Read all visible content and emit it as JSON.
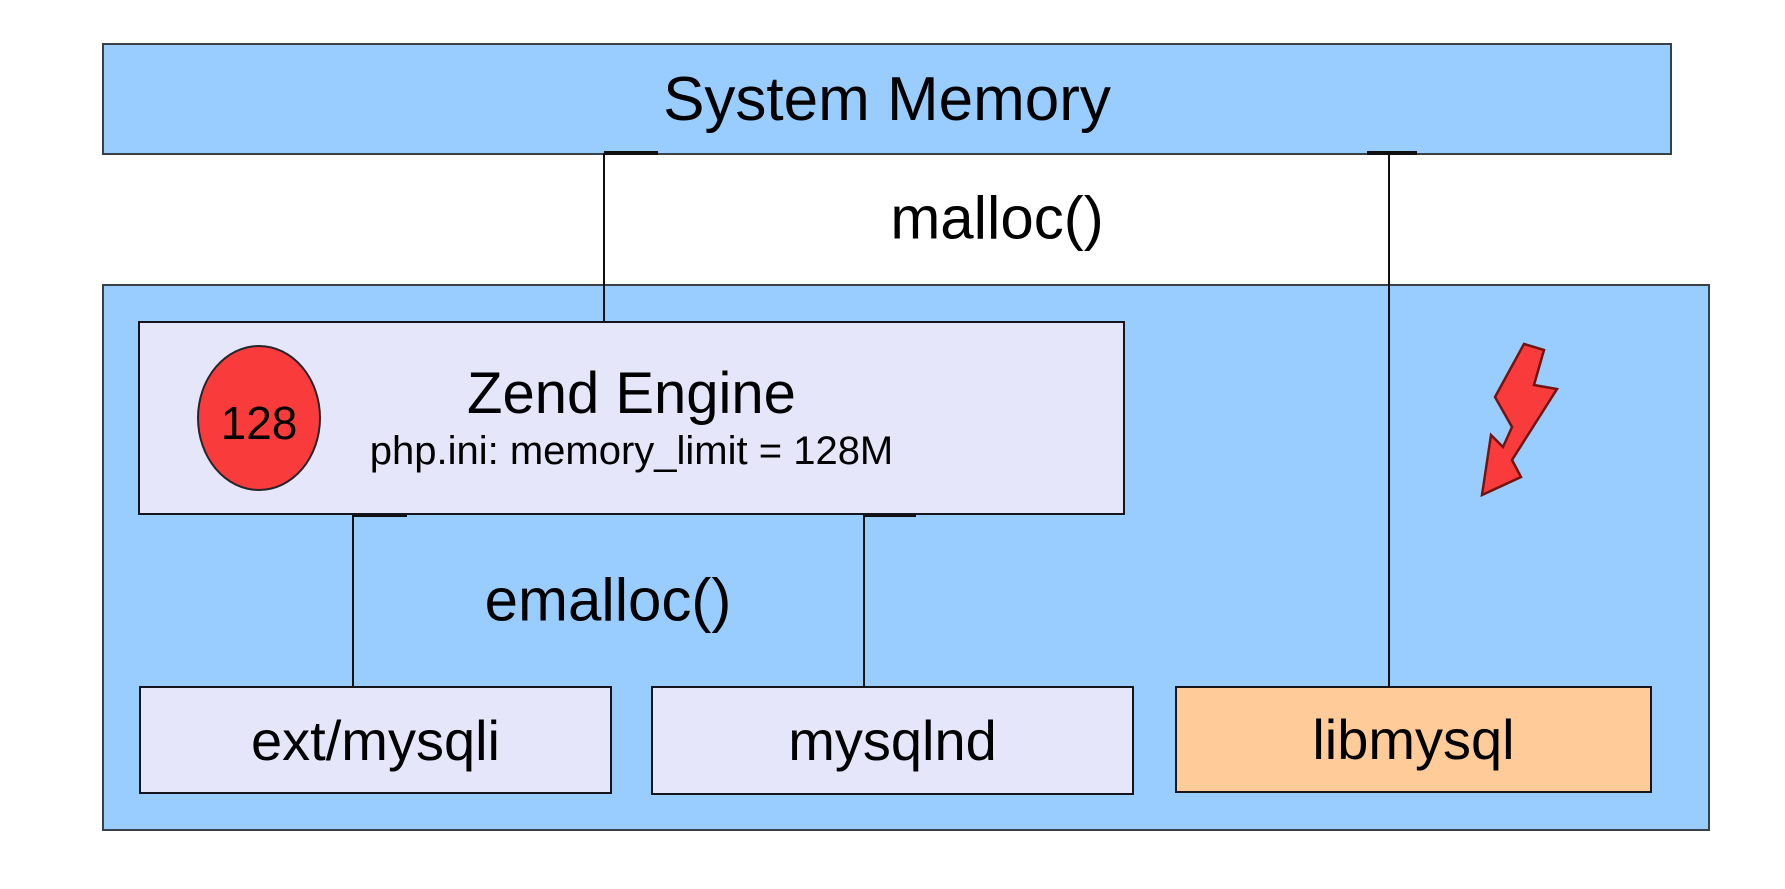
{
  "nodes": {
    "system_memory": {
      "label": "System Memory"
    },
    "zend_engine": {
      "title": "Zend Engine",
      "subtitle": "php.ini: memory_limit = 128M",
      "badge": "128"
    },
    "ext_mysqli": {
      "label": "ext/mysqli"
    },
    "mysqlnd": {
      "label": "mysqlnd"
    },
    "libmysql": {
      "label": "libmysql"
    }
  },
  "edge_labels": {
    "malloc": "malloc()",
    "emalloc": "emalloc()"
  },
  "icons": {
    "lightning_bolt": "red warning lightning-bolt arrow pointing at libmysql"
  },
  "colors": {
    "canvas-bg": "#FFFFFF",
    "box-blue": "#99CCFF",
    "box-lavender": "#E6E6FA",
    "box-orange": "#FFCC99",
    "alert-red": "#FA3B3B",
    "border-dark": "#3A4048",
    "border-inner": "#15151C",
    "connector": "#101010",
    "text": "#000000",
    "bolt-outline": "#701512"
  }
}
